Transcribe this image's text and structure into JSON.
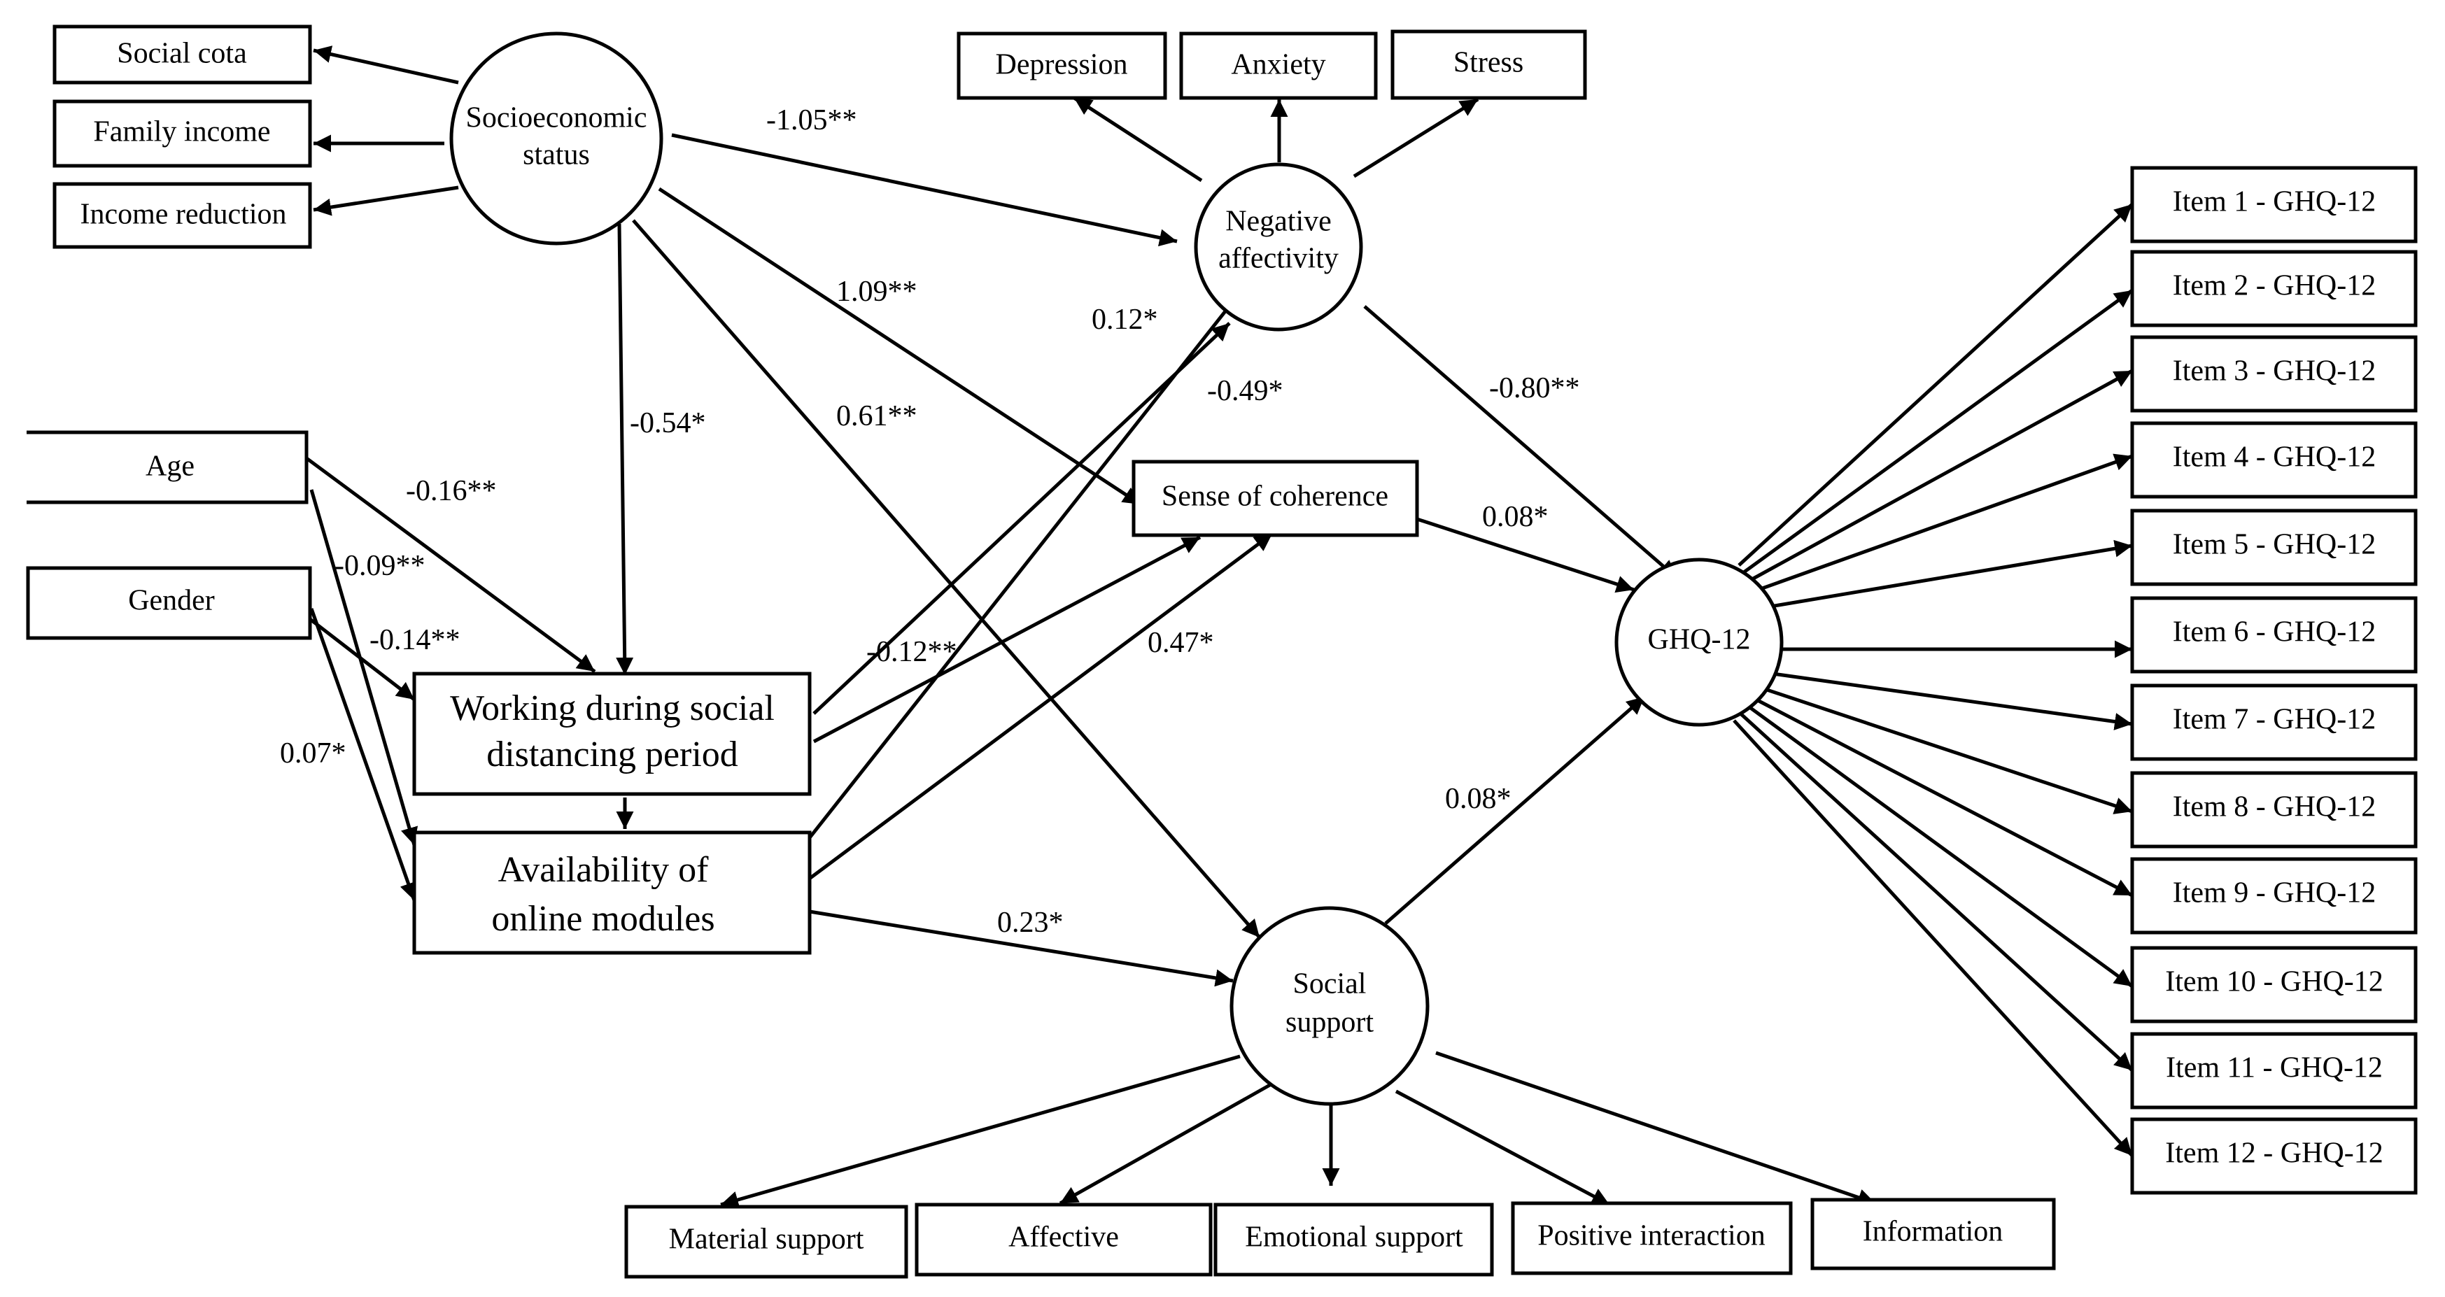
{
  "diagram": {
    "nodes": {
      "social_cota": "Social cota",
      "family_income": "Family income",
      "income_reduction": "Income reduction",
      "ses": [
        "Socioeconomic",
        "status"
      ],
      "depression": "Depression",
      "anxiety": "Anxiety",
      "stress": "Stress",
      "neg_aff": [
        "Negative",
        "affectivity"
      ],
      "age": "Age",
      "gender": "Gender",
      "working": [
        "Working during social",
        "distancing period"
      ],
      "online": [
        "Availability of",
        "online modules"
      ],
      "soc": "Sense of coherence",
      "ghq": "GHQ-12",
      "social_support": [
        "Social",
        "support"
      ],
      "material": "Material support",
      "affective": "Affective",
      "emotional": "Emotional support",
      "positive": "Positive interaction",
      "information": "Information",
      "items": [
        "Item 1 - GHQ-12",
        "Item 2 - GHQ-12",
        "Item 3 - GHQ-12",
        "Item 4 - GHQ-12",
        "Item 5 - GHQ-12",
        "Item 6 - GHQ-12",
        "Item 7 - GHQ-12",
        "Item 8 - GHQ-12",
        "Item 9 - GHQ-12",
        "Item 10 - GHQ-12",
        "Item 11 - GHQ-12",
        "Item 12 - GHQ-12"
      ]
    },
    "coefficients": {
      "ses_negaff": "-1.05**",
      "ses_soc": "1.09**",
      "ses_working": "-0.54*",
      "ses_support": "0.61**",
      "age_working": "-0.16**",
      "age_online": "-0.09**",
      "gender_working": "-0.14**",
      "gender_online": "0.07*",
      "working_negaff": "0.12*",
      "online_negaff": "-0.49*",
      "working_soc": "-0.12**",
      "online_soc": "0.47*",
      "negaff_ghq": "-0.80**",
      "soc_ghq": "0.08*",
      "support_ghq": "0.08*",
      "online_support": "0.23*"
    }
  }
}
